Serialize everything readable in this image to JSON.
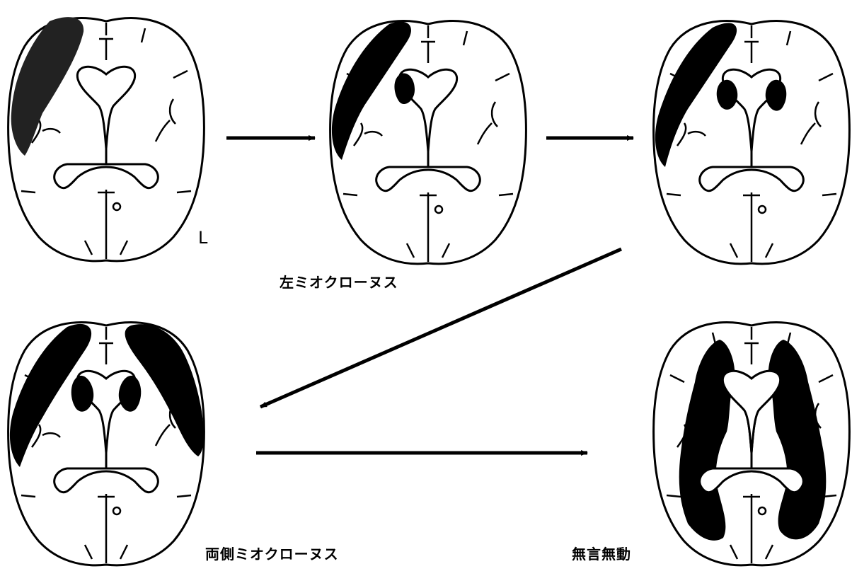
{
  "labels": {
    "side_marker": "L",
    "stage2_caption": "左ミオクローヌス",
    "stage4_caption": "両側ミオクローヌス",
    "stage5_caption": "無言無動"
  },
  "colors": {
    "lesion": "#000000",
    "outline": "#000000",
    "background": "#ffffff"
  }
}
